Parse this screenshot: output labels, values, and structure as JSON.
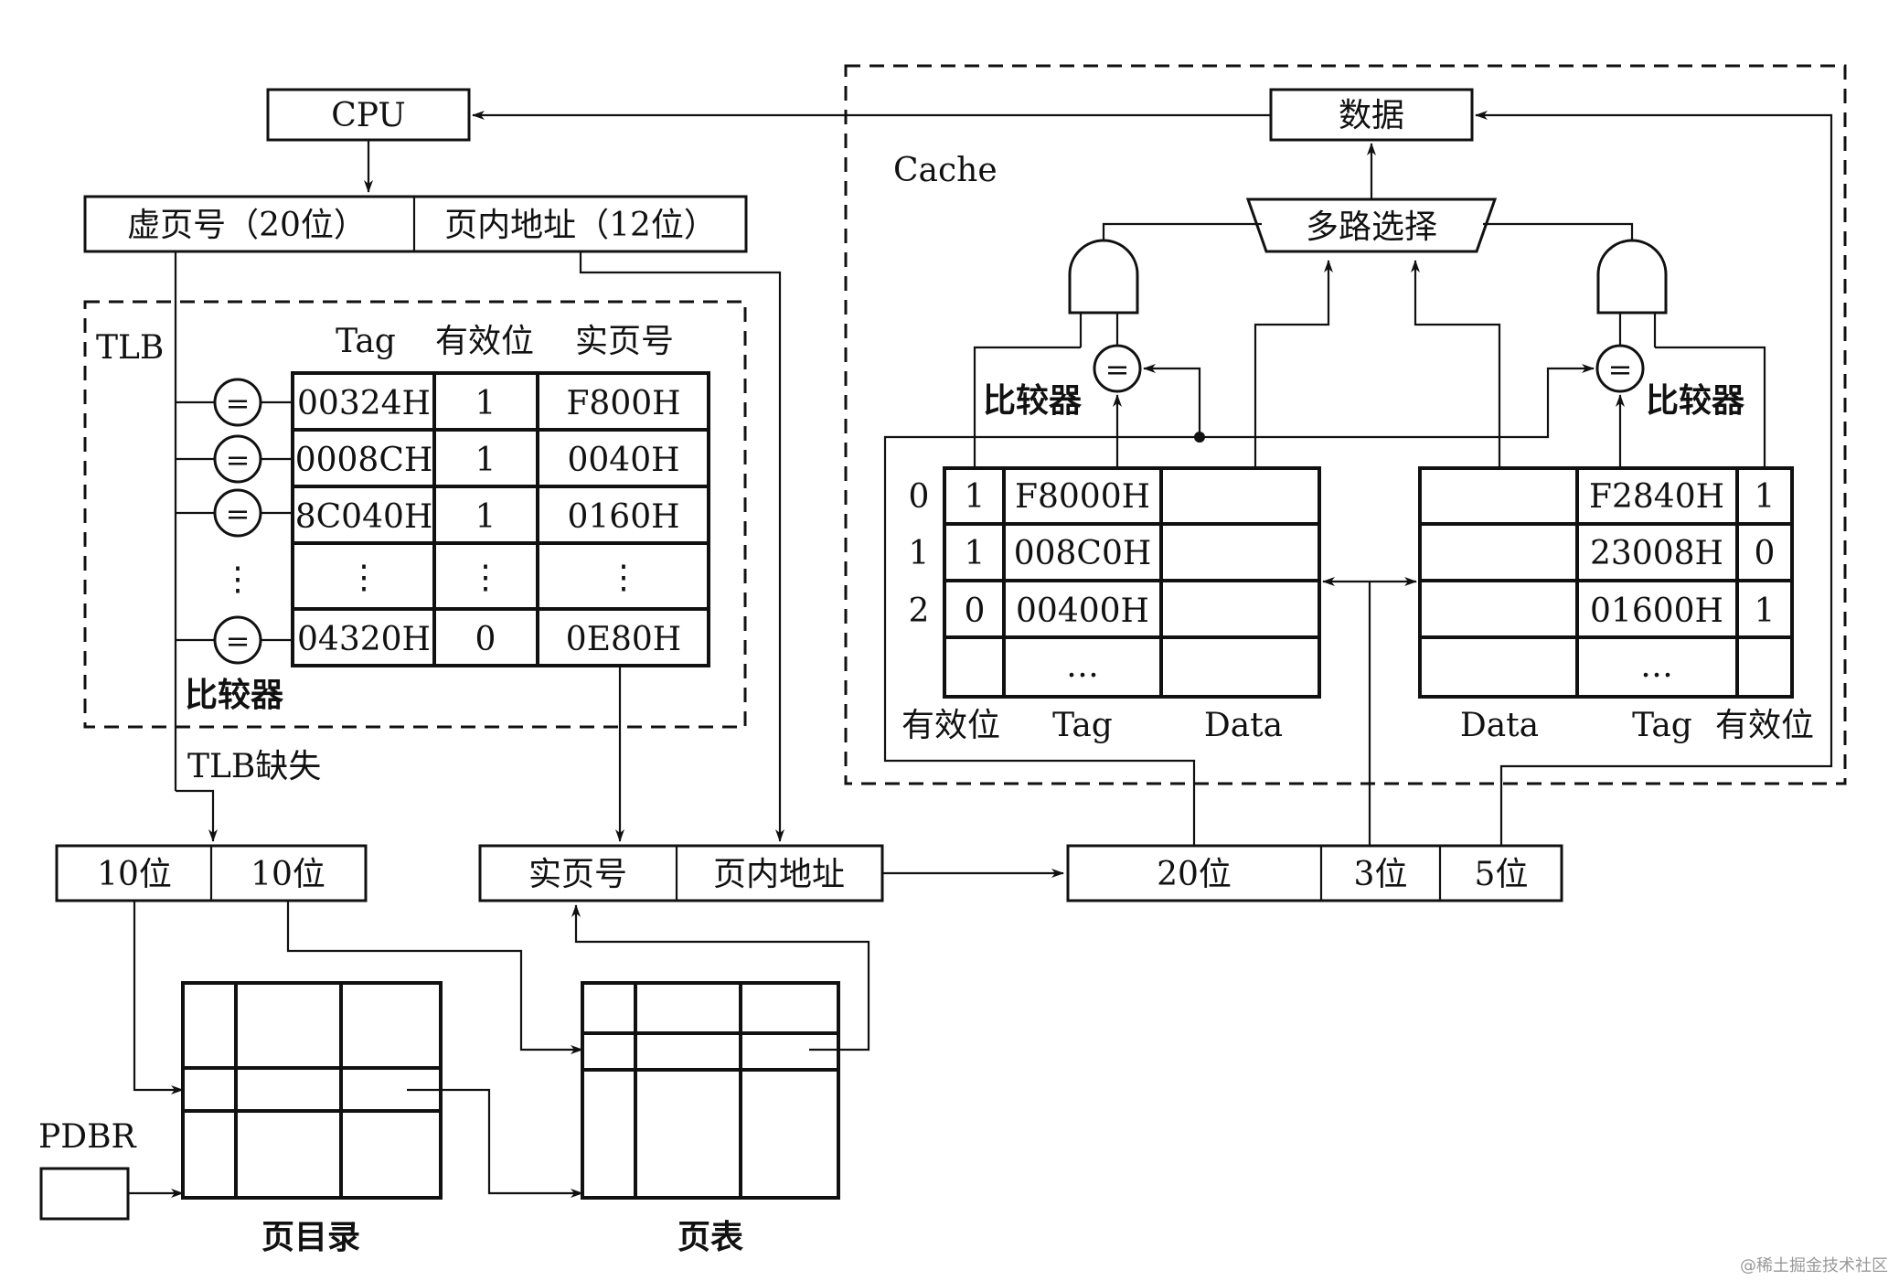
{
  "cpu": "CPU",
  "va": {
    "vpn": "虚页号（20位）",
    "offset": "页内地址（12位）"
  },
  "tlb": {
    "label": "TLB",
    "headers": [
      "Tag",
      "有效位",
      "实页号"
    ],
    "rows": [
      [
        "00324H",
        "1",
        "F800H"
      ],
      [
        "0008CH",
        "1",
        "0040H"
      ],
      [
        "8C040H",
        "1",
        "0160H"
      ],
      [
        "⋮",
        "⋮",
        "⋮"
      ],
      [
        "04320H",
        "0",
        "0E80H"
      ]
    ],
    "comparator": "=",
    "comparator_label": "比较器",
    "vdots": "⋮",
    "miss": "TLB缺失"
  },
  "pt_split": {
    "dir": "10位",
    "tbl": "10位"
  },
  "pa": {
    "ppn": "实页号",
    "offset": "页内地址"
  },
  "cache": {
    "label": "Cache",
    "data_out": "数据",
    "mux": "多路选择",
    "comparator": "=",
    "comparator_label": "比较器",
    "indices": [
      "0",
      "1",
      "2"
    ],
    "left_rows": [
      [
        "1",
        "F8000H",
        ""
      ],
      [
        "1",
        "008C0H",
        ""
      ],
      [
        "0",
        "00400H",
        ""
      ],
      [
        "",
        "…",
        ""
      ]
    ],
    "right_rows": [
      [
        "",
        "F2840H",
        "1"
      ],
      [
        "",
        "23008H",
        "0"
      ],
      [
        "",
        "01600H",
        "1"
      ],
      [
        "",
        "…",
        ""
      ]
    ],
    "left_footer": [
      "有效位",
      "Tag",
      "Data"
    ],
    "right_footer": [
      "Data",
      "Tag",
      "有效位"
    ]
  },
  "cache_addr": {
    "tag": "20位",
    "index": "3位",
    "offset": "5位"
  },
  "pdbr": "PDBR",
  "page_dir": "页目录",
  "page_table": "页表",
  "watermark": "@稀土掘金技术社区"
}
